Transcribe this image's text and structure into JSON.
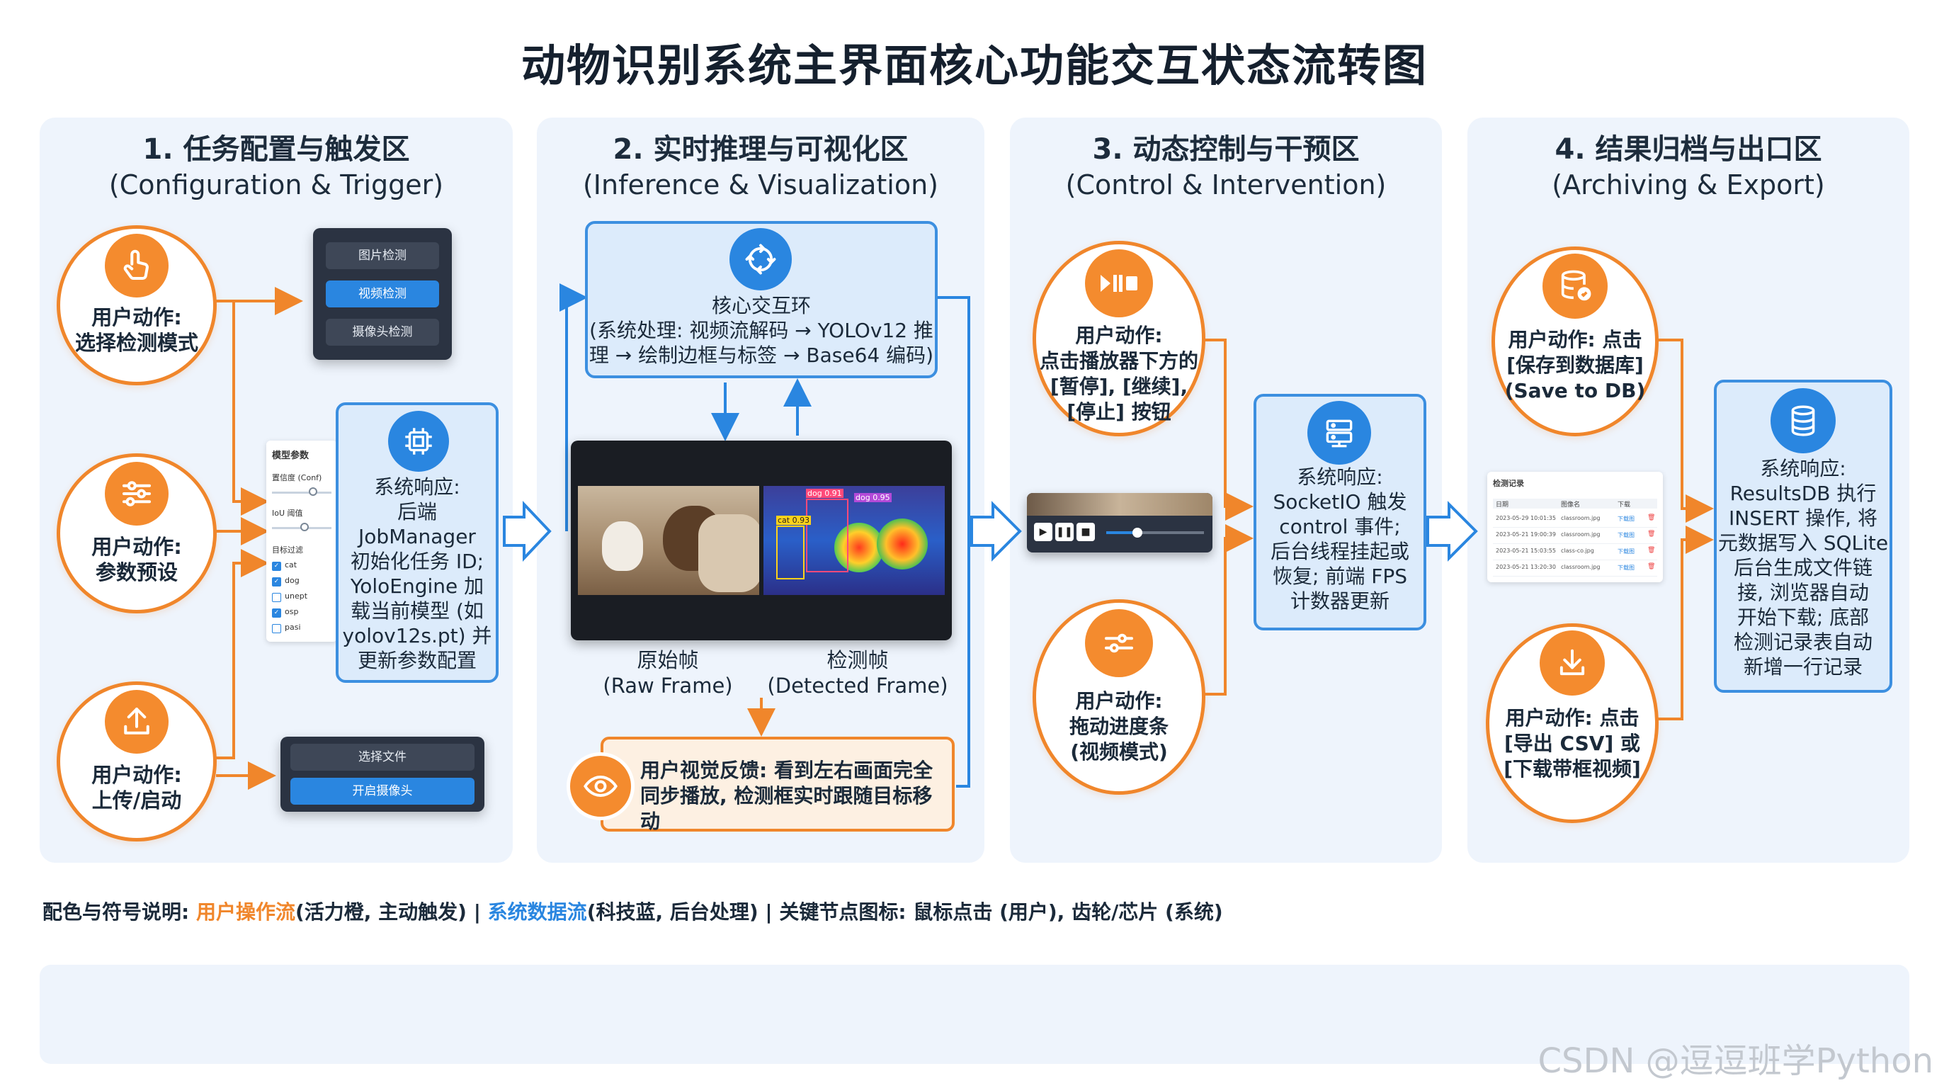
{
  "title": "动物识别系统主界面核心功能交互状态流转图",
  "colors": {
    "orange": "#f0862b",
    "blue": "#2a86e0",
    "panel": "#eef4fc"
  },
  "panels": [
    {
      "title": "1. 任务配置与触发区",
      "subtitle": "(Configuration & Trigger)"
    },
    {
      "title": "2. 实时推理与可视化区",
      "subtitle": "(Inference & Visualization)"
    },
    {
      "title": "3. 动态控制与干预区",
      "subtitle": "(Control & Intervention)"
    },
    {
      "title": "4. 结果归档与出口区",
      "subtitle": "(Archiving & Export)"
    }
  ],
  "p1": {
    "action_mode": [
      "用户动作:",
      "选择检测模式"
    ],
    "action_params": [
      "用户动作:",
      "参数预设"
    ],
    "action_upload": [
      "用户动作:",
      "上传/启动"
    ],
    "mode_buttons": [
      "图片检测",
      "视频检测",
      "摄像头检测"
    ],
    "mode_active": "视频检测",
    "params_panel": {
      "title": "模型参数",
      "conf_label": "置信度 (Conf)",
      "iou_label": "IoU 阈值",
      "filter_label": "目标过滤",
      "filters": [
        {
          "name": "cat",
          "checked": true
        },
        {
          "name": "dog",
          "checked": true
        },
        {
          "name": "unept",
          "checked": false
        },
        {
          "name": "osp",
          "checked": true
        },
        {
          "name": "pasi",
          "checked": false
        }
      ]
    },
    "system_response": [
      "系统响应:",
      "后端",
      "JobManager",
      "初始化任务 ID;",
      "YoloEngine 加",
      "载当前模型 (如",
      "yolov12s.pt) 并",
      "更新参数配置"
    ],
    "upload_buttons": [
      "选择文件",
      "开启摄像头"
    ]
  },
  "p2": {
    "core_loop": [
      "核心交互环",
      "(系统处理: 视频流解码 → YOLOv12 推",
      "理 → 绘制边框与标签 → Base64 编码)"
    ],
    "raw_frame": [
      "原始帧",
      "(Raw Frame)"
    ],
    "detected_frame": [
      "检测帧",
      "(Detected Frame)"
    ],
    "det_labels": [
      "dog 0.91",
      "dog 0.95",
      "cat 0.93"
    ],
    "feedback": [
      "用户视觉反馈: 看到左右画面完全",
      "同步播放, 检测框实时跟随目标移动"
    ]
  },
  "p3": {
    "action_play": [
      "用户动作:",
      "点击播放器下方的",
      "[暂停], [继续],",
      "[停止] 按钮"
    ],
    "action_drag": [
      "用户动作:",
      "拖动进度条",
      "(视频模式)"
    ],
    "system_response": [
      "系统响应:",
      "SocketIO 触发",
      "control 事件;",
      "后台线程挂起或",
      "恢复; 前端 FPS",
      "计数器更新"
    ],
    "player_progress": 0.32
  },
  "p4": {
    "action_save": [
      "用户动作: 点击",
      "[保存到数据库]",
      "(Save to DB)"
    ],
    "action_export": [
      "用户动作: 点击",
      "[导出 CSV] 或",
      "[下载带框视频]"
    ],
    "records_title": "检测记录",
    "records_headers": [
      "日期",
      "图像名",
      "下载"
    ],
    "records_rows": [
      [
        "2023-05-29 10:01:35",
        "classroom.jpg",
        "下载图"
      ],
      [
        "2023-05-21 19:00:39",
        "classroom.jpg",
        "下载图"
      ],
      [
        "2023-05-21 15:03:55",
        "class-co.jpg",
        "下载图"
      ],
      [
        "2023-05-21 13:20:30",
        "classroom.jpg",
        "下载图"
      ]
    ],
    "system_response": [
      "系统响应:",
      "ResultsDB 执行",
      "INSERT 操作, 将",
      "元数据写入 SQLite",
      "后台生成文件链",
      "接, 浏览器自动",
      "开始下载; 底部",
      "检测记录表自动",
      "新增一行记录"
    ]
  },
  "legend": {
    "prefix": "配色与符号说明: ",
    "orange_label": "用户操作流",
    "orange_desc": "(活力橙, 主动触发) | ",
    "blue_label": "系统数据流",
    "blue_desc": "(科技蓝, 后台处理) | 关键节点图标: 鼠标点击 (用户), 齿轮/芯片 (系统)"
  },
  "watermark": "CSDN @逗逗班学Python"
}
